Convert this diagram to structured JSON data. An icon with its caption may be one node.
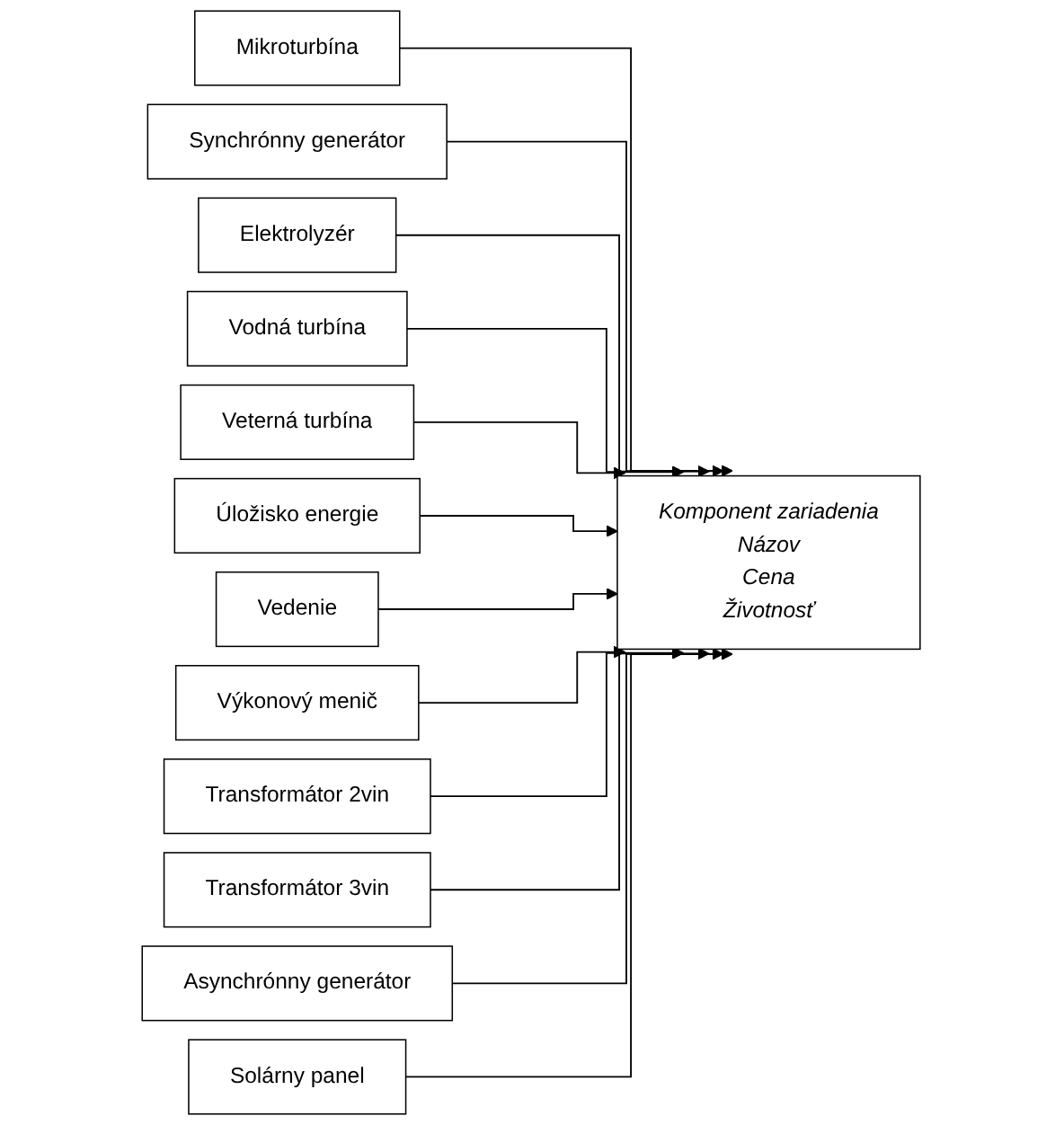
{
  "diagram": {
    "nodes": [
      {
        "text": [
          "Komponent zariadenia",
          "Názov",
          "Cena",
          "Životnosť"
        ]
      },
      {
        "text": [
          "Mikroturbína"
        ]
      },
      {
        "text": [
          "Synchrónny generátor"
        ]
      },
      {
        "text": [
          "Elektrolyzér"
        ]
      },
      {
        "text": [
          "Vodná turbína"
        ]
      },
      {
        "text": [
          "Veterná turbína"
        ]
      },
      {
        "text": [
          "Úložisko energie"
        ]
      },
      {
        "text": [
          "Vedenie"
        ]
      },
      {
        "text": [
          "Výkonový menič"
        ]
      },
      {
        "text": [
          "Transformátor 2vin"
        ]
      },
      {
        "text": [
          "Transformátor 3vin"
        ]
      },
      {
        "text": [
          "Asynchrónny generátor"
        ]
      },
      {
        "text": [
          "Solárny panel"
        ]
      }
    ],
    "edges": [
      {
        "from": 1,
        "to": 0,
        "arrow": "to"
      },
      {
        "from": 2,
        "to": 0,
        "arrow": "to"
      },
      {
        "from": 3,
        "to": 0,
        "arrow": "to"
      },
      {
        "from": 4,
        "to": 0,
        "arrow": "to"
      },
      {
        "from": 5,
        "to": 0,
        "arrow": "to"
      },
      {
        "from": 6,
        "to": 0,
        "arrow": "to"
      },
      {
        "from": 7,
        "to": 0,
        "arrow": "to"
      },
      {
        "from": 8,
        "to": 0,
        "arrow": "to"
      },
      {
        "from": 9,
        "to": 0,
        "arrow": "to"
      },
      {
        "from": 10,
        "to": 0,
        "arrow": "to"
      },
      {
        "from": 11,
        "to": 0,
        "arrow": "to"
      },
      {
        "from": 12,
        "to": 0,
        "arrow": "to"
      }
    ]
  }
}
